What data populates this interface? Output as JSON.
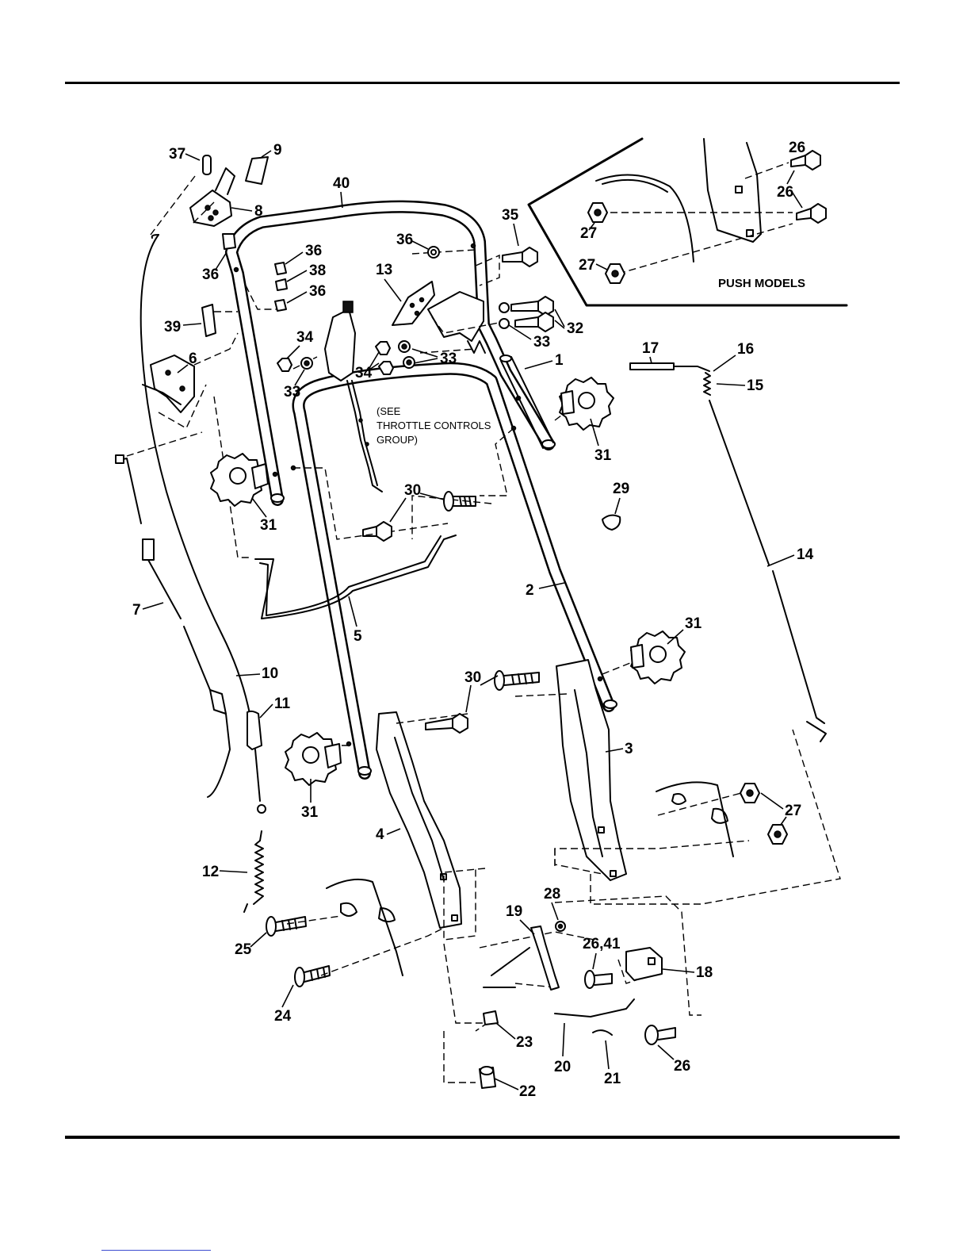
{
  "callouts": {
    "p1": "1",
    "p2": "2",
    "p3": "3",
    "p4": "4",
    "p5": "5",
    "p6": "6",
    "p7": "7",
    "p8": "8",
    "p9": "9",
    "p10": "10",
    "p11": "11",
    "p12": "12",
    "p13": "13",
    "p14": "14",
    "p15": "15",
    "p16": "16",
    "p17": "17",
    "p18": "18",
    "p19": "19",
    "p20": "20",
    "p21": "21",
    "p22": "22",
    "p23": "23",
    "p24": "24",
    "p25": "25",
    "p26a": "26",
    "p26b": "26",
    "p26c": "26",
    "p26_41": "26,41",
    "p27a": "27",
    "p27b": "27",
    "p27c": "27",
    "p28": "28",
    "p29": "29",
    "p30a": "30",
    "p30b": "30",
    "p31a": "31",
    "p31b": "31",
    "p31c": "31",
    "p31d": "31",
    "p32": "32",
    "p33a": "33",
    "p33b": "33",
    "p33c": "33",
    "p34a": "34",
    "p34b": "34",
    "p35": "35",
    "p36a": "36",
    "p36b": "36",
    "p36c": "36",
    "p36d": "36",
    "p37": "37",
    "p38": "38",
    "p39": "39",
    "p40": "40"
  },
  "notes": {
    "throttle_line1": "(SEE",
    "throttle_line2": "THROTTLE CONTROLS",
    "throttle_line3": "GROUP)"
  },
  "inset": {
    "title": "PUSH MODELS"
  }
}
